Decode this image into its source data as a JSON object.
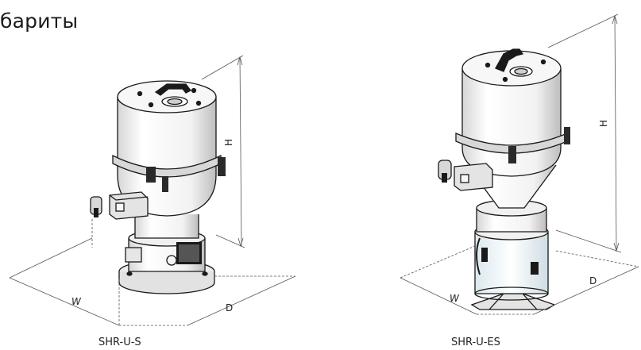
{
  "heading": "бариты",
  "units": [
    {
      "name": "SHR-U-S",
      "dimensions": {
        "height": "H",
        "width": "W",
        "depth": "D"
      }
    },
    {
      "name": "SHR-U-ES",
      "dimensions": {
        "height": "H",
        "width": "W",
        "depth": "D"
      }
    }
  ],
  "colors": {
    "line": "#1a1a1a",
    "body_fill": "#f4f4f4",
    "shade": "#cfcfcf",
    "dark": "#1a1a1a"
  }
}
